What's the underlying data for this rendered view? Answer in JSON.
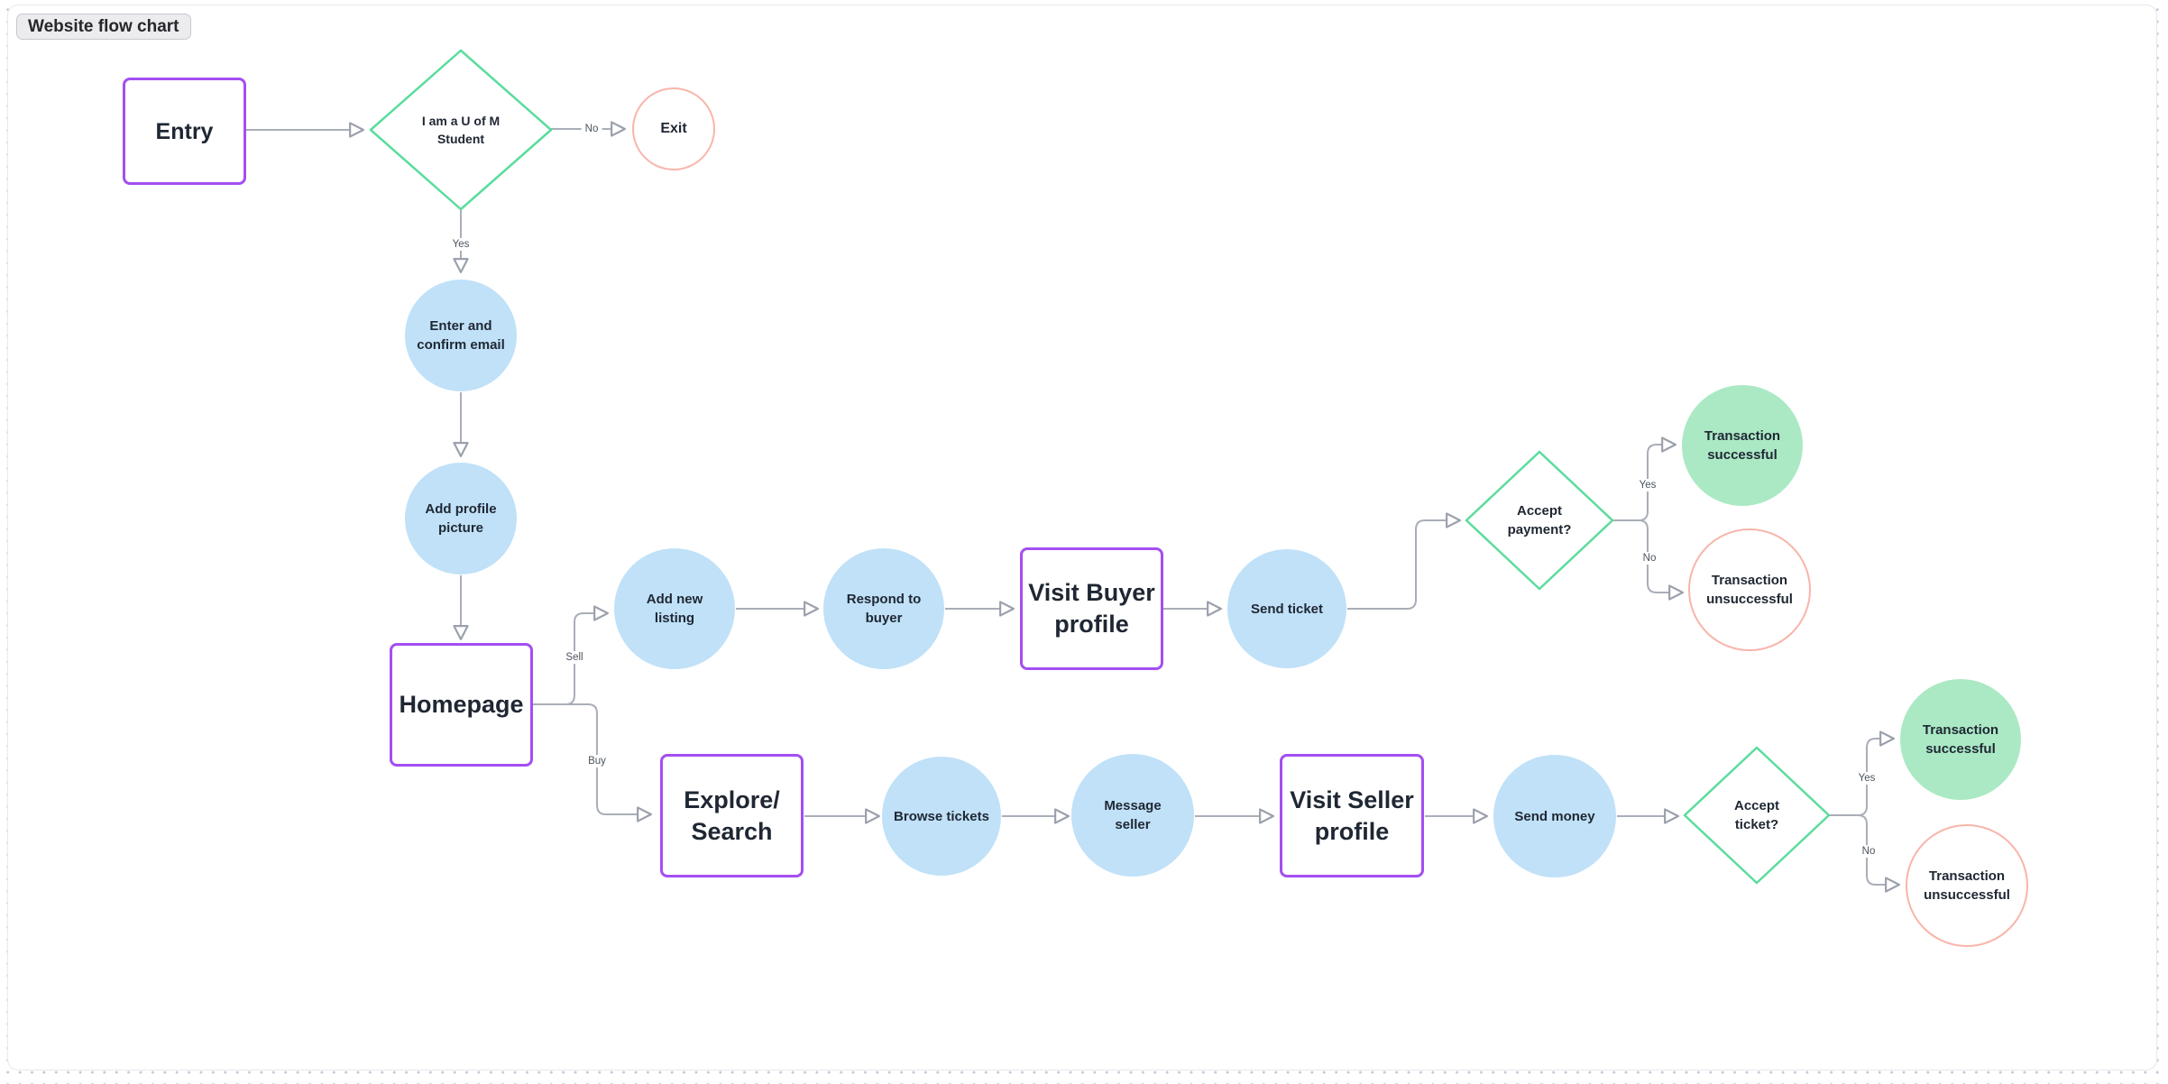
{
  "frame": {
    "title": "Website flow chart"
  },
  "colors": {
    "purple": "#a44ef2",
    "blue_fill": "#c0e1f8",
    "green_fill": "#abe9c5",
    "mint_stroke": "#5bdc9d",
    "salmon_stroke": "#f8b5aa",
    "connector": "#a9aeb8",
    "text": "#1f2733",
    "label_text": "#4d545e",
    "chip_bg": "#ececef",
    "chip_border": "#c7c7d0",
    "frame_border": "#e9e9ee",
    "dot": "#c6c8d8"
  },
  "nodes": {
    "entry": {
      "lines": [
        "Entry"
      ]
    },
    "uofm_student": {
      "lines": [
        "I am a U of M",
        "Student"
      ]
    },
    "exit": {
      "lines": [
        "Exit"
      ]
    },
    "confirm_email": {
      "lines": [
        "Enter and",
        "confirm email"
      ]
    },
    "add_profile_picture": {
      "lines": [
        "Add profile",
        "picture"
      ]
    },
    "homepage": {
      "lines": [
        "Homepage"
      ]
    },
    "add_new_listing": {
      "lines": [
        "Add new",
        "listing"
      ]
    },
    "respond_to_buyer": {
      "lines": [
        "Respond to",
        "buyer"
      ]
    },
    "visit_buyer_profile": {
      "lines": [
        "Visit Buyer",
        "profile"
      ]
    },
    "send_ticket": {
      "lines": [
        "Send ticket"
      ]
    },
    "accept_payment": {
      "lines": [
        "Accept",
        "payment?"
      ]
    },
    "transaction_successful_sell": {
      "lines": [
        "Transaction",
        "successful"
      ]
    },
    "transaction_unsuccessful_sell": {
      "lines": [
        "Transaction",
        "unsuccessful"
      ]
    },
    "explore_search": {
      "lines": [
        "Explore/",
        "Search"
      ]
    },
    "browse_tickets": {
      "lines": [
        "Browse tickets"
      ]
    },
    "message_seller": {
      "lines": [
        "Message",
        "seller"
      ]
    },
    "visit_seller_profile": {
      "lines": [
        "Visit Seller",
        "profile"
      ]
    },
    "send_money": {
      "lines": [
        "Send money"
      ]
    },
    "accept_ticket": {
      "lines": [
        "Accept",
        "ticket?"
      ]
    },
    "transaction_successful_buy": {
      "lines": [
        "Transaction",
        "successful"
      ]
    },
    "transaction_unsuccessful_buy": {
      "lines": [
        "Transaction",
        "unsuccessful"
      ]
    }
  },
  "edge_labels": {
    "no_exit": "No",
    "yes_email": "Yes",
    "sell": "Sell",
    "buy": "Buy",
    "yes_payment": "Yes",
    "no_payment": "No",
    "yes_ticket": "Yes",
    "no_ticket": "No"
  }
}
